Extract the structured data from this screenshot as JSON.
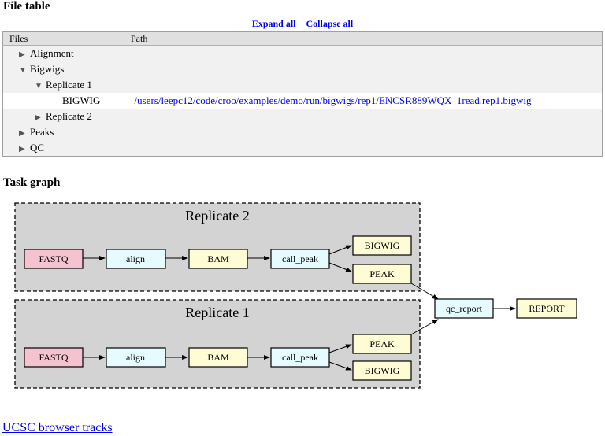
{
  "file_table": {
    "title": "File table",
    "expand_all": "Expand all",
    "collapse_all": "Collapse all",
    "headers": {
      "files": "Files",
      "path": "Path"
    },
    "rows": [
      {
        "label": "Alignment",
        "level": 0,
        "expanded": false,
        "path": ""
      },
      {
        "label": "Bigwigs",
        "level": 0,
        "expanded": true,
        "path": ""
      },
      {
        "label": "Replicate 1",
        "level": 1,
        "expanded": true,
        "path": ""
      },
      {
        "label": "BIGWIG",
        "level": 2,
        "leaf": true,
        "path": "/users/leepc12/code/croo/examples/demo/run/bigwigs/rep1/ENCSR889WQX_1read.rep1.bigwig"
      },
      {
        "label": "Replicate 2",
        "level": 1,
        "expanded": false,
        "path": ""
      },
      {
        "label": "Peaks",
        "level": 0,
        "expanded": false,
        "path": ""
      },
      {
        "label": "QC",
        "level": 0,
        "expanded": false,
        "path": ""
      }
    ]
  },
  "task_graph": {
    "title": "Task graph",
    "clusters": [
      "Replicate 2",
      "Replicate 1"
    ],
    "nodes": {
      "r2_fastq": "FASTQ",
      "r2_align": "align",
      "r2_bam": "BAM",
      "r2_callpeak": "call_peak",
      "r2_bigwig": "BIGWIG",
      "r2_peak": "PEAK",
      "r1_fastq": "FASTQ",
      "r1_align": "align",
      "r1_bam": "BAM",
      "r1_callpeak": "call_peak",
      "r1_peak": "PEAK",
      "r1_bigwig": "BIGWIG",
      "qc_report": "qc_report",
      "report": "REPORT"
    },
    "colors": {
      "fastq": "#f4c3cf",
      "task": "#e5fbfd",
      "output": "#fdfcd5",
      "cluster": "#d3d3d3"
    }
  },
  "footer": {
    "ucsc_link": "UCSC browser tracks"
  }
}
